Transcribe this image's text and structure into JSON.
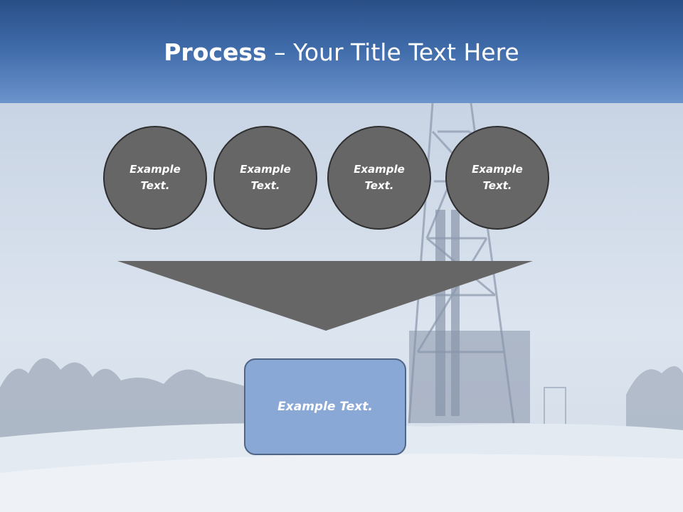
{
  "slide": {
    "title_bold": "Process",
    "title_dash": " – ",
    "title_rest": "Your Title Text Here"
  },
  "steps": [
    {
      "label": "Example Text."
    },
    {
      "label": "Example Text."
    },
    {
      "label": "Example Text."
    },
    {
      "label": "Example Text."
    }
  ],
  "result": {
    "label": "Example Text."
  },
  "colors": {
    "header_top": "#2a4f87",
    "header_bottom": "#6b93cc",
    "circle_fill": "#666666",
    "funnel_fill": "#666666",
    "result_fill": "#8aa8d6"
  }
}
